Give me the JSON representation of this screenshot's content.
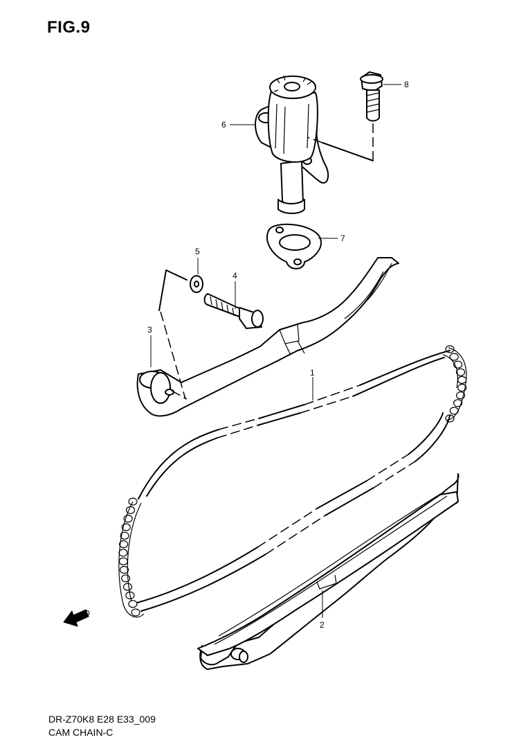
{
  "figure": {
    "title": "FIG.9",
    "code": "DR-Z70K8 E28 E33_009",
    "name": "CAM CHAIN-C"
  },
  "callouts": [
    {
      "id": "callout-1",
      "number": "1",
      "part": "cam chain"
    },
    {
      "id": "callout-2",
      "number": "2",
      "part": "chain guide"
    },
    {
      "id": "callout-3",
      "number": "3",
      "part": "tensioner arm"
    },
    {
      "id": "callout-4",
      "number": "4",
      "part": "bolt"
    },
    {
      "id": "callout-5",
      "number": "5",
      "part": "washer"
    },
    {
      "id": "callout-6",
      "number": "6",
      "part": "tensioner adjuster"
    },
    {
      "id": "callout-7",
      "number": "7",
      "part": "gasket"
    },
    {
      "id": "callout-8",
      "number": "8",
      "part": "bolt"
    }
  ],
  "direction_badge": {
    "label": "FWD",
    "icon": "arrow-left-icon"
  }
}
